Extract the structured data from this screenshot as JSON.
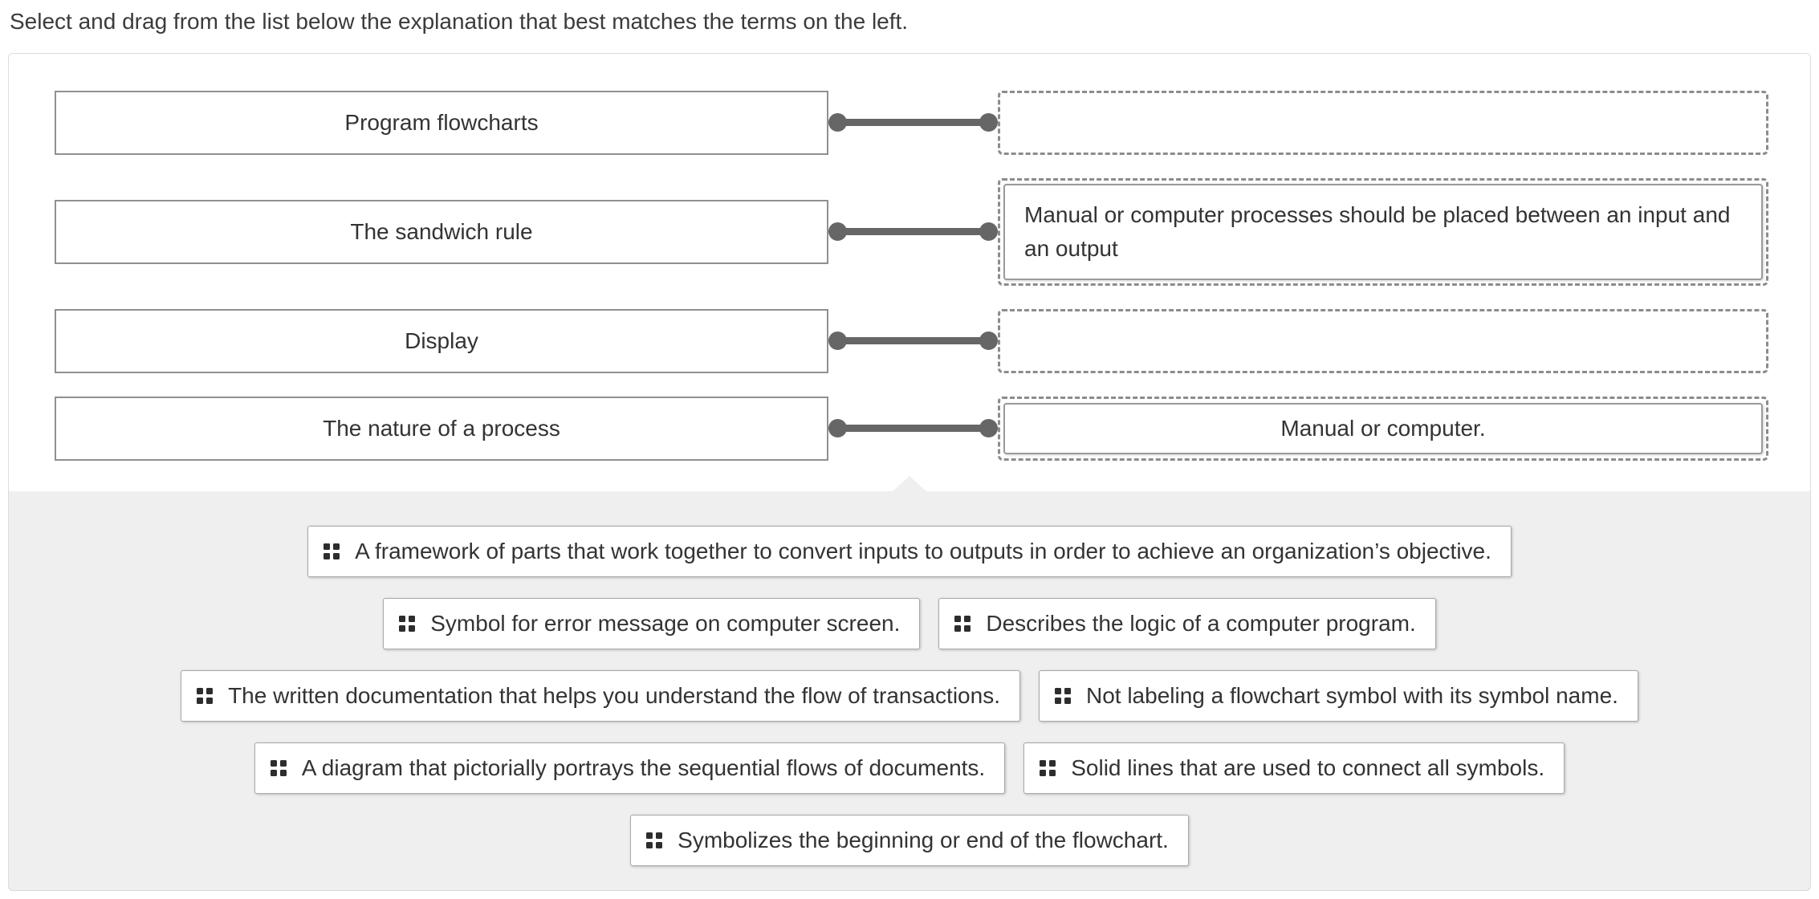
{
  "instruction": "Select and drag from the list below the explanation that best matches the terms on the left.",
  "matching": {
    "rows": [
      {
        "term": "Program flowcharts",
        "answer": ""
      },
      {
        "term": "The sandwich rule",
        "answer": "Manual or computer processes should be placed between an input and an output"
      },
      {
        "term": "Display",
        "answer": ""
      },
      {
        "term": "The nature of a process",
        "answer": "Manual or computer."
      }
    ]
  },
  "options": [
    "A framework of parts that work together to convert inputs to outputs in order to achieve an organization’s objective.",
    "Symbol for error message on computer screen.",
    "Describes the logic of a computer program.",
    "The written documentation that helps you understand the flow of transactions.",
    "Not labeling a flowchart symbol with its symbol name.",
    "A diagram that pictorially portrays the sequential flows of documents.",
    "Solid lines that are used to connect all symbols.",
    "Symbolizes the beginning or end of the flowchart."
  ],
  "icons": {
    "drag_handle": "drag-handle-icon",
    "tray_notch": "tray-notch-icon"
  },
  "colors": {
    "connector": "#666666",
    "tray_background": "#efefef",
    "term_box_border": "#909090",
    "dashed_zone_border": "#8c8c8c",
    "answer_box_border": "#9a9a9a",
    "chip_border": "#a8a8a8",
    "panel_border": "#dcdcdc",
    "text": "#333333",
    "drag_handle": "#2d2d2d"
  }
}
